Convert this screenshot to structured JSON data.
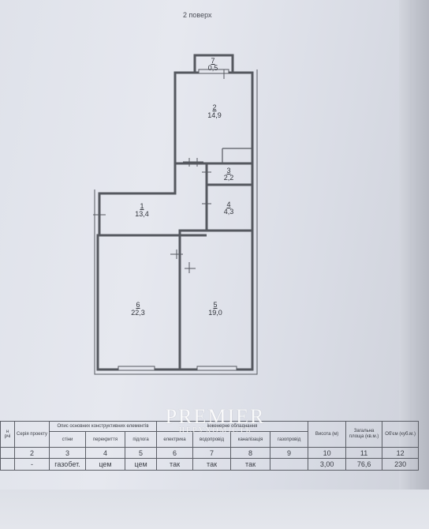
{
  "floor_label": "2 поверх",
  "rooms": [
    {
      "num": "7",
      "area": "0,5"
    },
    {
      "num": "2",
      "area": "14,9"
    },
    {
      "num": "3",
      "area": "2,2"
    },
    {
      "num": "4",
      "area": "4,3"
    },
    {
      "num": "1",
      "area": "13,4"
    },
    {
      "num": "6",
      "area": "22,3"
    },
    {
      "num": "5",
      "area": "19,0"
    }
  ],
  "watermark": {
    "brand": "PREMIER",
    "sub": "НЕРУХОМІСТЬ"
  },
  "table": {
    "h_col1": "н",
    "h_col1b": "рчі",
    "h_series": "Серія проекту",
    "h_group": "Опис основних конструктивних елементів",
    "h_walls": "стіни",
    "h_overlap": "перекриття",
    "h_floor": "підлога",
    "h_eng_group": "інженерне обладнання",
    "h_electric": "електрика",
    "h_water": "водопровід",
    "h_sewer": "каналізація",
    "h_gas": "газопровід",
    "h_height": "Висота (м)",
    "h_total_area": "Загальна площа (кв.м.)",
    "h_volume": "Об'єм (куб.м.)",
    "nums": [
      "2",
      "3",
      "4",
      "5",
      "6",
      "7",
      "8",
      "9",
      "10",
      "11",
      "12"
    ],
    "vals": [
      "-",
      "газобет.",
      "цем",
      "цем",
      "так",
      "так",
      "так",
      "",
      "3,00",
      "76,6",
      "230"
    ]
  }
}
